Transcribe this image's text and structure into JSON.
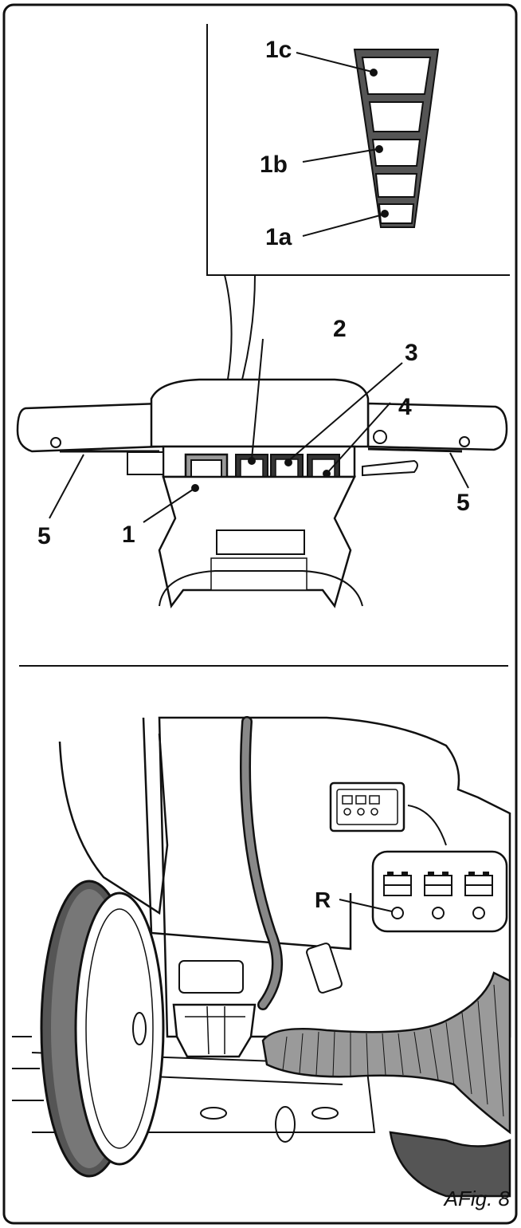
{
  "top_panel": {
    "indicator_labels": {
      "c": "1c",
      "b": "1b",
      "a": "1a"
    },
    "callouts": {
      "n1": "1",
      "n2": "2",
      "n3": "3",
      "n4": "4",
      "n5_left": "5",
      "n5_right": "5"
    }
  },
  "bottom_panel": {
    "callout_r": "R"
  },
  "caption": "AFig. 8"
}
